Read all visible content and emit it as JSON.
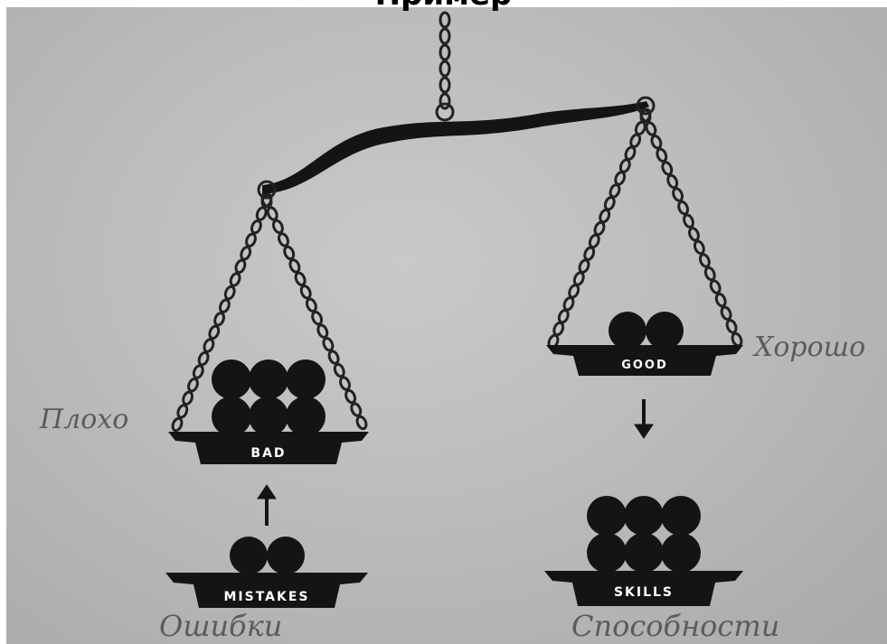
{
  "title_overlay": "Пример",
  "pans": {
    "bad": {
      "label": "BAD",
      "ball_count": 6
    },
    "good": {
      "label": "GOOD",
      "ball_count": 2
    },
    "mistakes": {
      "label": "MISTAKES",
      "ball_count": 2
    },
    "skills": {
      "label": "SKILLS",
      "ball_count": 6
    }
  },
  "handwritten": {
    "bad": "Плохо",
    "good": "Хорошо",
    "mistakes": "Ошибки",
    "skills": "Способности"
  },
  "colors": {
    "ink": "#141414",
    "background": "#bdbebc",
    "handwriting": "#5a5a62"
  }
}
